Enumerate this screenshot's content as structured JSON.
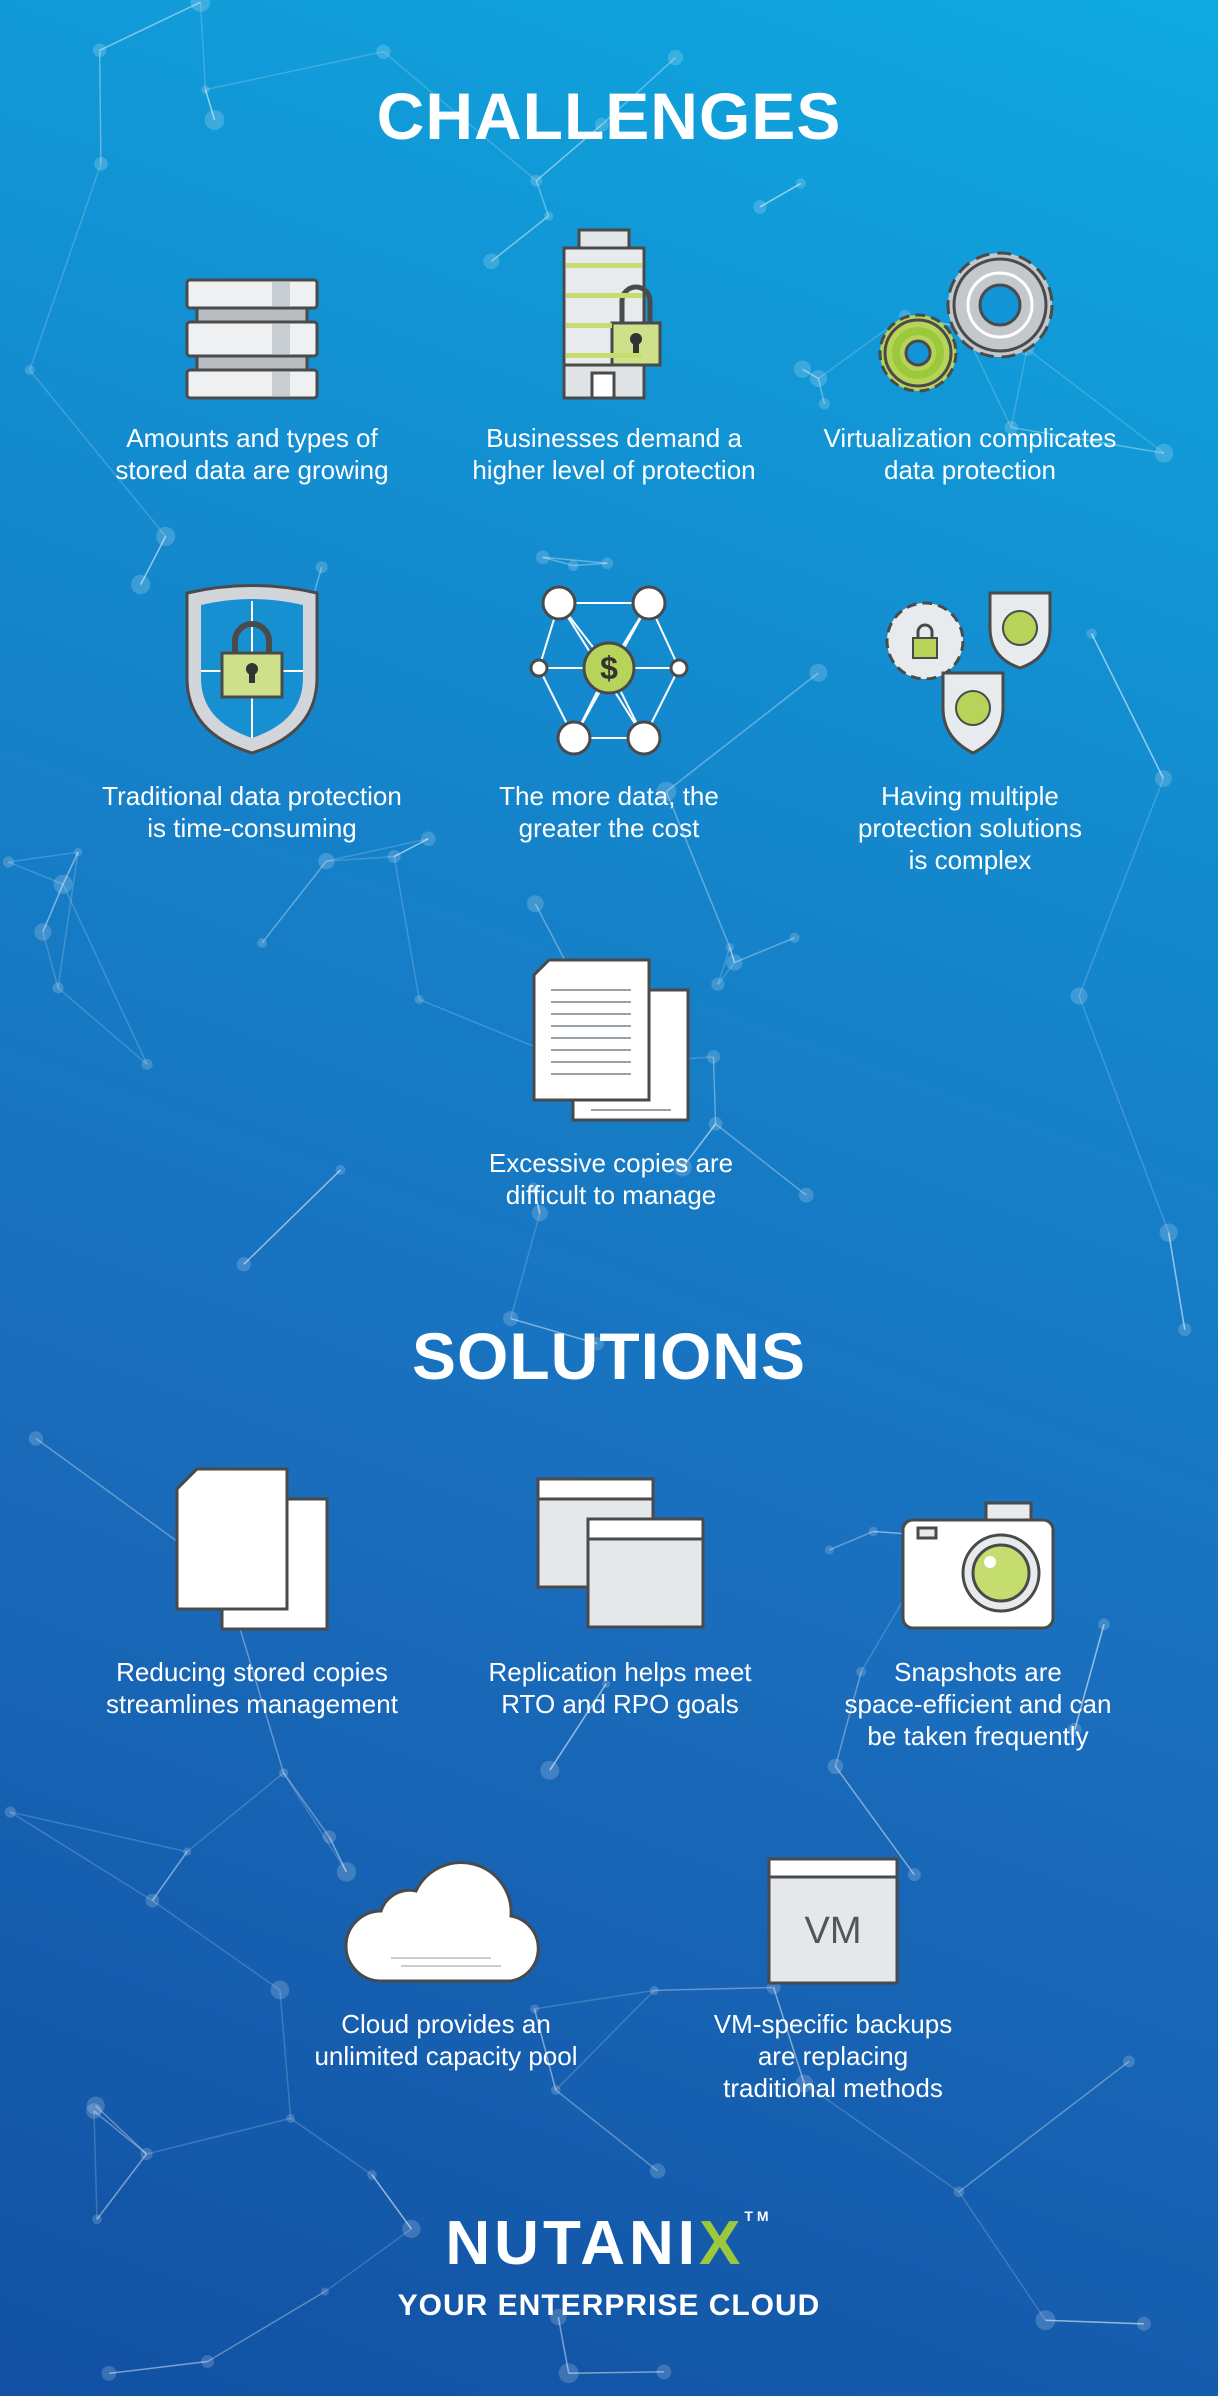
{
  "challenges": {
    "title": "CHALLENGES",
    "items": [
      {
        "icon": "database-icon",
        "caption": [
          "Amounts and types of",
          "stored data are growing"
        ]
      },
      {
        "icon": "locked-building-icon",
        "caption": [
          "Businesses demand a",
          "higher level of protection"
        ]
      },
      {
        "icon": "gears-icon",
        "caption": [
          "Virtualization complicates",
          "data protection"
        ]
      },
      {
        "icon": "shield-lock-icon",
        "caption": [
          "Traditional data protection",
          "is time-consuming"
        ]
      },
      {
        "icon": "dollar-network-icon",
        "caption": [
          "The more data, the",
          "greater the cost"
        ]
      },
      {
        "icon": "multiple-security-icon",
        "caption": [
          "Having multiple",
          "protection solutions",
          "is complex"
        ]
      },
      {
        "icon": "document-copies-icon",
        "caption": [
          "Excessive copies are",
          "difficult to manage"
        ]
      }
    ]
  },
  "solutions": {
    "title": "SOLUTIONS",
    "items": [
      {
        "icon": "reduced-copies-icon",
        "caption": [
          "Reducing stored copies",
          "streamlines management"
        ]
      },
      {
        "icon": "replication-windows-icon",
        "caption": [
          "Replication helps meet",
          "RTO and RPO goals"
        ]
      },
      {
        "icon": "camera-icon",
        "caption": [
          "Snapshots are",
          "space-efficient and can",
          "be taken frequently"
        ]
      },
      {
        "icon": "cloud-icon",
        "caption": [
          "Cloud provides an",
          "unlimited capacity pool"
        ]
      },
      {
        "icon": "vm-icon",
        "caption": [
          "VM-specific backups",
          "are replacing",
          "traditional methods"
        ],
        "icon_text": "VM"
      }
    ]
  },
  "footer": {
    "brand": "NUTANI",
    "brand_x": "X",
    "tm": "TM",
    "tagline": "YOUR ENTERPRISE CLOUD"
  },
  "colors": {
    "accent_green": "#9cc83c",
    "gray": "#c9ced3"
  }
}
